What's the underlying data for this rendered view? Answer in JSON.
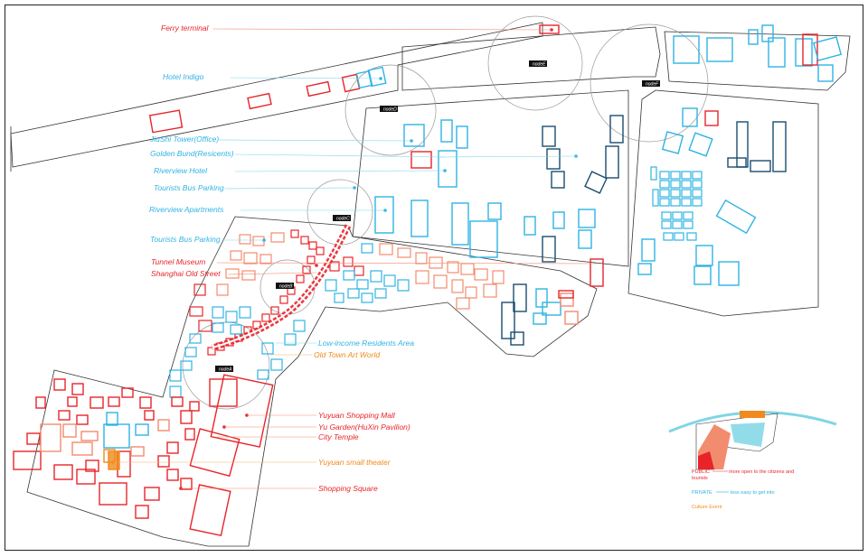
{
  "colors": {
    "public": "#e8242a",
    "private": "#2fb3e3",
    "private_dark": "#1b4d6e",
    "culture": "#f08a1c",
    "salmon": "#f28c6e",
    "outline": "#333333",
    "node_circle": "#9a9a9a",
    "river": "#7fd6e6"
  },
  "labels": {
    "ferry_terminal": "Ferry terminal",
    "hotel_indigo": "Hotel Indigo",
    "jiushi_tower": "JiuShi Tower(Office)",
    "golden_bund": "Golden Bund(Resicents)",
    "riverview_hotel": "Riverview Hotel",
    "tourists_bus_parking_1": "Tourists Bus Parking",
    "riverview_apartments": "Riverview Apartments",
    "tourists_bus_parking_2": "Tourists Bus Parking",
    "tunnel_museum": "Tunnel Museum",
    "shanghai_old_street": "Shanghai Old Street",
    "low_income_residents": "Low-income Residents Area",
    "old_town_art_world": "Old Town Art World",
    "yuyuan_shopping_mall": "Yuyuan Shopping Mall",
    "yu_garden": "Yu Garden(HuXin Pavilion)",
    "city_temple": "City Temple",
    "yuyuan_small_theater": "Yuyuan small theater",
    "shopping_square": "Shopping Square"
  },
  "nodes": {
    "nodeA": "nodeA",
    "nodeB": "nodeB",
    "nodeC": "nodeC",
    "nodeD": "nodeD",
    "nodeE": "nodeE",
    "nodeF": "nodeF"
  },
  "legend": {
    "public_label": "PUBLIC",
    "public_desc": "more open to the citizens and",
    "public_desc2": "tourists",
    "private_label": "PRIVATE",
    "private_desc": "less easy to get into",
    "culture_label": "Culture Event"
  }
}
